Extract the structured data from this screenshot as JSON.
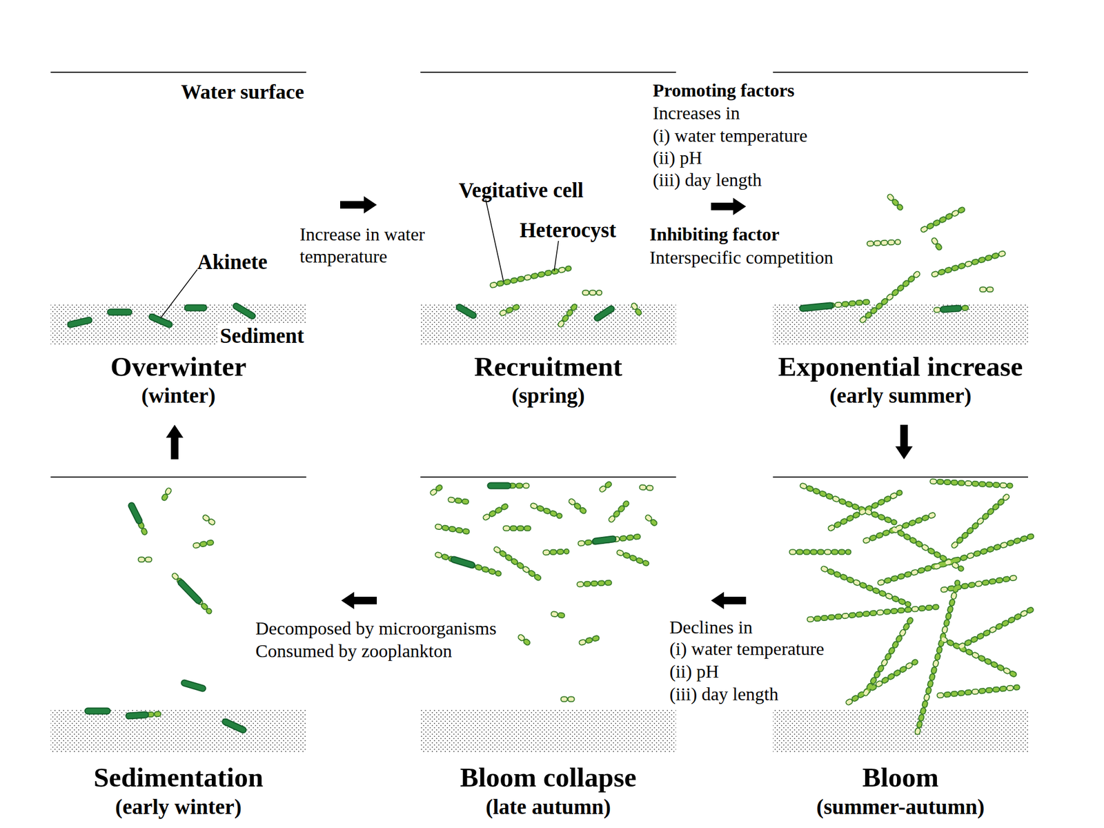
{
  "diagram": {
    "nodes": [
      {
        "text": [
          "Overwinter",
          "(winter)"
        ]
      },
      {
        "text": [
          "Recruitment",
          "(spring)"
        ]
      },
      {
        "text": [
          "Exponential increase",
          "(early summer)"
        ]
      },
      {
        "text": [
          "Sedimentation",
          "(early winter)"
        ]
      },
      {
        "text": [
          "Bloom collapse",
          "(late autumn)"
        ]
      },
      {
        "text": [
          "Bloom",
          "(summer-autumn)"
        ]
      }
    ],
    "edges": [
      {
        "from": 0,
        "to": 1,
        "arrow": "to",
        "label": "Increase in water temperature"
      },
      {
        "from": 1,
        "to": 2,
        "arrow": "to"
      },
      {
        "from": 2,
        "to": 5,
        "arrow": "to"
      },
      {
        "from": 5,
        "to": 4,
        "arrow": "to"
      },
      {
        "from": 4,
        "to": 3,
        "arrow": "to"
      },
      {
        "from": 3,
        "to": 0,
        "arrow": "to"
      }
    ],
    "labels": [
      "Water surface",
      "Akinete",
      "Sediment",
      "Vegitative cell",
      "Heterocyst",
      "Promoting factors",
      "Increases in",
      "(i) water temperature",
      "(ii) pH",
      "(iii) day length",
      "Inhibiting factor",
      "Interspecific competition",
      "Declines in",
      "(i) water temperature",
      "(ii) pH",
      "(iii) day length",
      "Decomposed by microorganisms",
      "Consumed by zooplankton"
    ]
  }
}
